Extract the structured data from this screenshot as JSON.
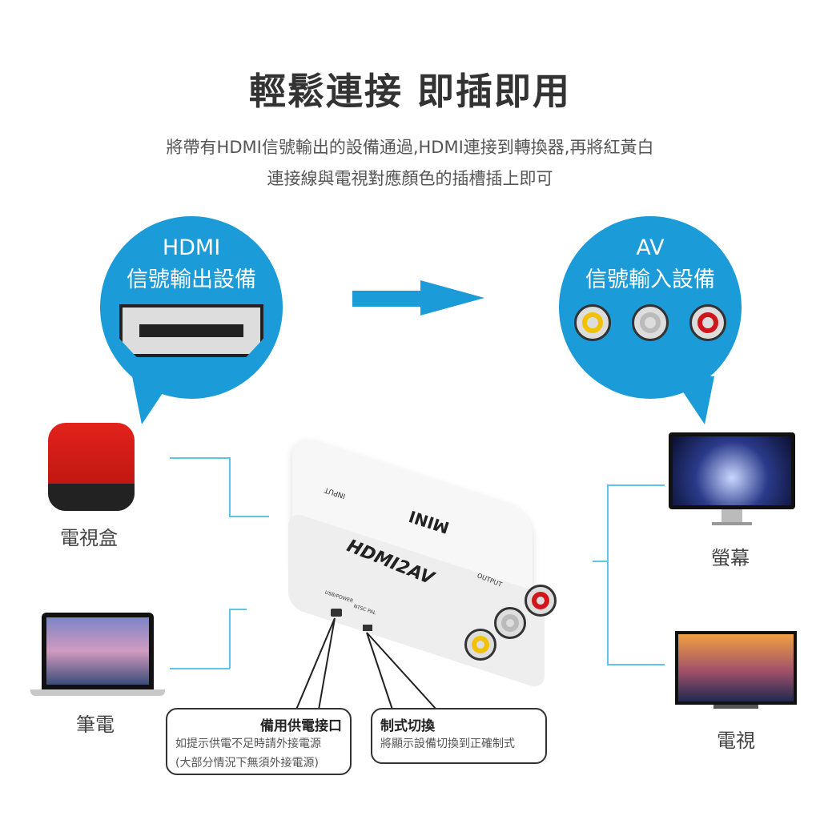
{
  "title": "輕鬆連接  即插即用",
  "subtitle_lines": [
    "將帶有HDMI信號輸出的設備通過,HDMI連接到轉換器,再將紅黃白",
    "連接線與電視對應顏色的插槽插上即可"
  ],
  "left_bubble": {
    "line1": "HDMI",
    "line2": "信號輸出設備"
  },
  "right_bubble": {
    "line1": "AV",
    "line2": "信號輸入設備"
  },
  "sources": [
    {
      "label": "電視盒"
    },
    {
      "label": "筆電"
    }
  ],
  "outputs": [
    {
      "label": "螢幕"
    },
    {
      "label": "電視"
    }
  ],
  "device": {
    "brand": "MINI",
    "model": "HDMI2AV",
    "input": "INPUT",
    "output": "OUTPUT",
    "usb": "USB/POWER",
    "switch": "NTSC PAL"
  },
  "callouts": [
    {
      "title": "備用供電接口",
      "lines": [
        "如提示供電不足時請外接電源",
        "(大部分情況下無須外接電源)"
      ]
    },
    {
      "title": "制式切換",
      "lines": [
        "將顯示設備切換到正確制式"
      ]
    }
  ],
  "colors": {
    "blue": "#1b9bd7",
    "line": "#5ec4ea",
    "rca_yellow": "#f2c200",
    "rca_white": "#bbbbbb",
    "rca_red": "#d0151b"
  }
}
